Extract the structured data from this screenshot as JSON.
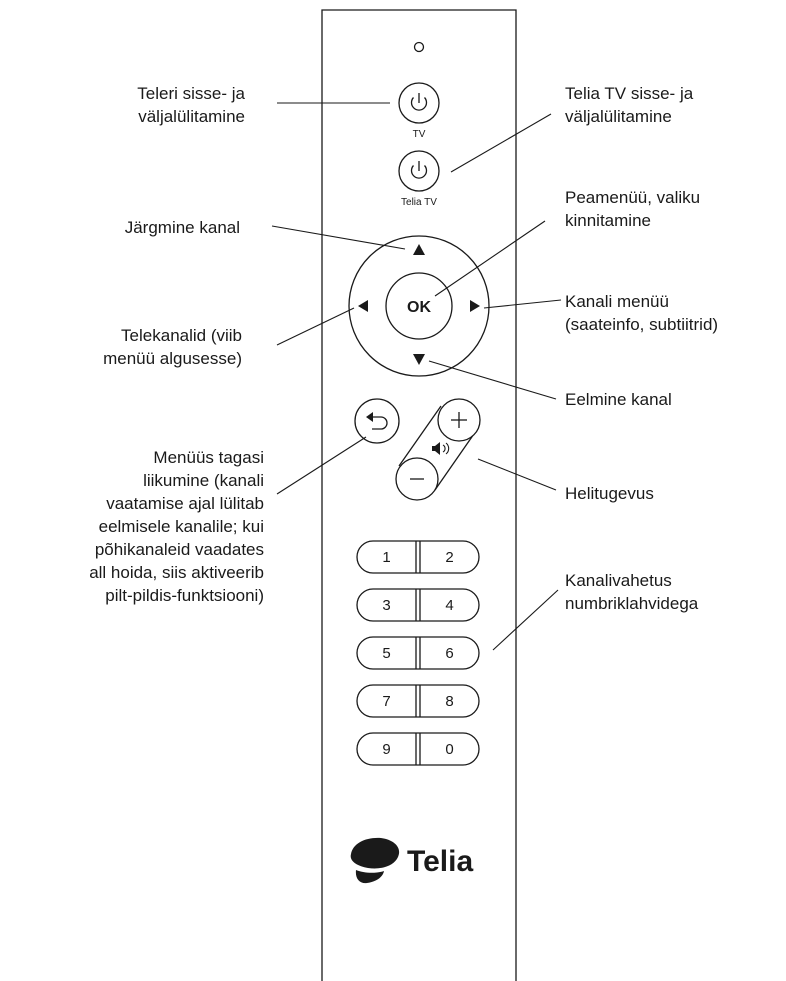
{
  "remote": {
    "tv_caption": "TV",
    "telia_tv_caption": "Telia TV",
    "ok_label": "OK",
    "brand_name": "Telia",
    "keys": [
      [
        "1",
        "2"
      ],
      [
        "3",
        "4"
      ],
      [
        "5",
        "6"
      ],
      [
        "7",
        "8"
      ],
      [
        "9",
        "0"
      ]
    ],
    "stroke_color": "#1a1a1a",
    "background": "#ffffff"
  },
  "annotations": {
    "tv_power": "Teleri sisse- ja\nväljalülitamine",
    "telia_power": "Telia TV sisse- ja\nväljalülitamine",
    "next_channel": "Järgmine kanal",
    "main_menu": "Peamenüü, valiku\nkinnitamine",
    "tv_channels": "Telekanalid (viib\nmenüü algusesse)",
    "channel_menu": "Kanali menüü\n(saateinfo, subtiitrid)",
    "prev_channel": "Eelmine kanal",
    "back": "Menüüs tagasi\nliikumine (kanali\nvaatamise ajal lülitab\neelmisele kanalile; kui\npõhikanaleid vaadates\nall hoida, siis aktiveerib\npilt-pildis-funktsiooni)",
    "volume": "Helitugevus",
    "number_keys": "Kanalivahetus\nnumbriklahvidega"
  }
}
